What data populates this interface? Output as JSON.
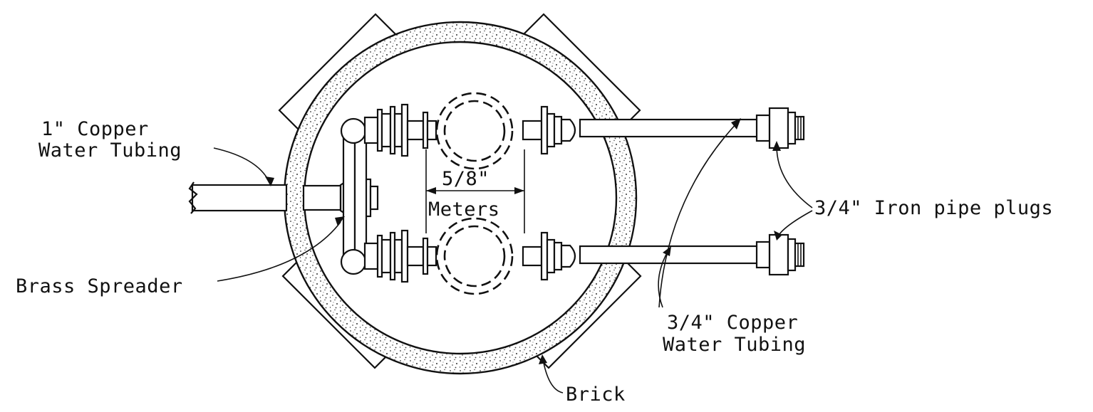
{
  "labels": {
    "copper_1in_line1": "1\" Copper",
    "copper_1in_line2": "Water Tubing",
    "meters_size": "5/8\"",
    "meters": "Meters",
    "plugs": "3/4\" Iron pipe plugs",
    "brass_spreader": "Brass Spreader",
    "copper_34_line1": "3/4\" Copper",
    "copper_34_line2": "Water Tubing",
    "brick": "Brick"
  }
}
